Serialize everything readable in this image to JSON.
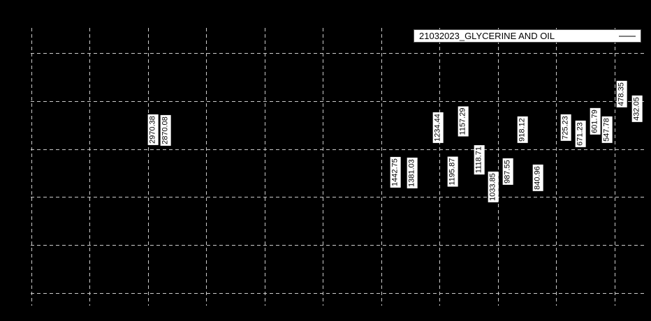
{
  "chart": {
    "legend_label": "21032023_GLYCERINE AND OIL",
    "background_color": "#000000",
    "gridline_color": "#cccccc",
    "label_bg_color": "#ffffff",
    "label_text_color": "#000000",
    "legend_marker_color": "#7f7f7f"
  },
  "chart_data": {
    "type": "line",
    "title": "",
    "xlabel": "",
    "ylabel": "",
    "grid": true,
    "legend_position": "top-right",
    "legend": [
      "21032023_GLYCERINE AND OIL"
    ],
    "series": [
      {
        "name": "21032023_GLYCERINE AND OIL",
        "point_labels": [
          "2970.38",
          "2870.08",
          "1442.75",
          "1381.03",
          "1234.44",
          "1195.87",
          "1157.29",
          "1118.71",
          "1033.85",
          "987.55",
          "918.12",
          "840.96",
          "725.23",
          "671.23",
          "601.79",
          "547.78",
          "478.35",
          "432.05"
        ],
        "values": [
          2970.38,
          2870.08,
          1442.75,
          1381.03,
          1234.44,
          1195.87,
          1157.29,
          1118.71,
          1033.85,
          987.55,
          918.12,
          840.96,
          725.23,
          671.23,
          601.79,
          547.78,
          478.35,
          432.05
        ]
      }
    ]
  }
}
